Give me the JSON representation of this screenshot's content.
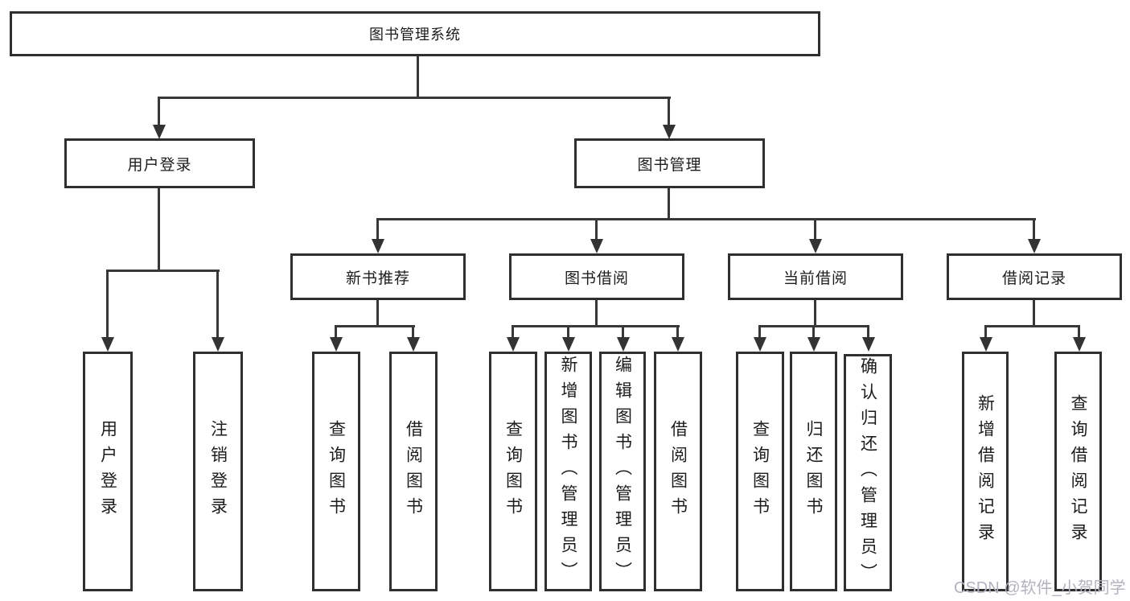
{
  "diagram_title": "图书管理系统",
  "tree": {
    "label": "图书管理系统",
    "children": [
      {
        "label": "用户登录",
        "children": [
          {
            "label": "用户登录"
          },
          {
            "label": "注销登录"
          }
        ]
      },
      {
        "label": "图书管理",
        "children": [
          {
            "label": "新书推荐",
            "children": [
              {
                "label": "查询图书"
              },
              {
                "label": "借阅图书"
              }
            ]
          },
          {
            "label": "图书借阅",
            "children": [
              {
                "label": "查询图书"
              },
              {
                "label": "新增图书（管理员）"
              },
              {
                "label": "编辑图书（管理员）"
              },
              {
                "label": "借阅图书"
              }
            ]
          },
          {
            "label": "当前借阅",
            "children": [
              {
                "label": "查询图书"
              },
              {
                "label": "归还图书"
              },
              {
                "label": "确认归还（管理员）"
              }
            ]
          },
          {
            "label": "借阅记录",
            "children": [
              {
                "label": "新增借阅记录"
              },
              {
                "label": "查询借阅记录"
              }
            ]
          }
        ]
      }
    ]
  },
  "watermark": {
    "text": "CSDN @软件_小贺同学",
    "color": "#b2b3be"
  },
  "colors": {
    "background": "#ffffff",
    "box_border": "#2f2f2f",
    "connector_line": "#383838",
    "text": "#1c1c1e"
  }
}
